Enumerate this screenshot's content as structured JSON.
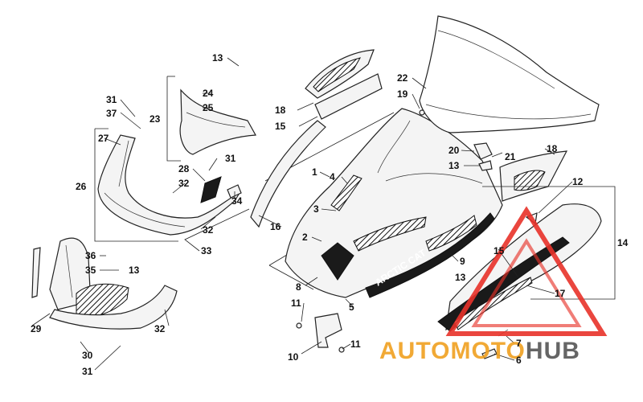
{
  "diagram": {
    "callouts": [
      {
        "id": "c13a",
        "text": "13"
      },
      {
        "id": "c31a",
        "text": "31"
      },
      {
        "id": "c37",
        "text": "37"
      },
      {
        "id": "c24",
        "text": "24"
      },
      {
        "id": "c25",
        "text": "25"
      },
      {
        "id": "c23",
        "text": "23"
      },
      {
        "id": "c27",
        "text": "27"
      },
      {
        "id": "c26",
        "text": "26"
      },
      {
        "id": "c28",
        "text": "28"
      },
      {
        "id": "c31b",
        "text": "31"
      },
      {
        "id": "c32a",
        "text": "32"
      },
      {
        "id": "c34",
        "text": "34"
      },
      {
        "id": "c32b",
        "text": "32"
      },
      {
        "id": "c33",
        "text": "33"
      },
      {
        "id": "c36",
        "text": "36"
      },
      {
        "id": "c35",
        "text": "35"
      },
      {
        "id": "c13b",
        "text": "13"
      },
      {
        "id": "c29",
        "text": "29"
      },
      {
        "id": "c32c",
        "text": "32"
      },
      {
        "id": "c30",
        "text": "30"
      },
      {
        "id": "c31c",
        "text": "31"
      },
      {
        "id": "c18a",
        "text": "18"
      },
      {
        "id": "c15a",
        "text": "15"
      },
      {
        "id": "c1",
        "text": "1"
      },
      {
        "id": "c4",
        "text": "4"
      },
      {
        "id": "c3",
        "text": "3"
      },
      {
        "id": "c16",
        "text": "16"
      },
      {
        "id": "c2",
        "text": "2"
      },
      {
        "id": "c8",
        "text": "8"
      },
      {
        "id": "c11a",
        "text": "11"
      },
      {
        "id": "c10",
        "text": "10"
      },
      {
        "id": "c11b",
        "text": "11"
      },
      {
        "id": "c5",
        "text": "5"
      },
      {
        "id": "c9",
        "text": "9"
      },
      {
        "id": "c13c",
        "text": "13"
      },
      {
        "id": "c22",
        "text": "22"
      },
      {
        "id": "c19",
        "text": "19"
      },
      {
        "id": "c20",
        "text": "20"
      },
      {
        "id": "c13d",
        "text": "13"
      },
      {
        "id": "c21",
        "text": "21"
      },
      {
        "id": "c18b",
        "text": "18"
      },
      {
        "id": "c12",
        "text": "12"
      },
      {
        "id": "c14",
        "text": "14"
      },
      {
        "id": "c15b",
        "text": "15"
      },
      {
        "id": "c17",
        "text": "17"
      },
      {
        "id": "c7",
        "text": "7"
      },
      {
        "id": "c6",
        "text": "6"
      }
    ],
    "decal_text": "ARCTIC CAT",
    "colors": {
      "line": "#222222",
      "fill": "#f4f4f4",
      "decal": "#1a1a1a",
      "watermark_red": "#e8322a",
      "watermark_orange": "#f0a020",
      "watermark_gray": "#555555"
    }
  },
  "watermark": {
    "part1": "AUTO",
    "part2": "MOTO",
    "part3": "HUB"
  }
}
